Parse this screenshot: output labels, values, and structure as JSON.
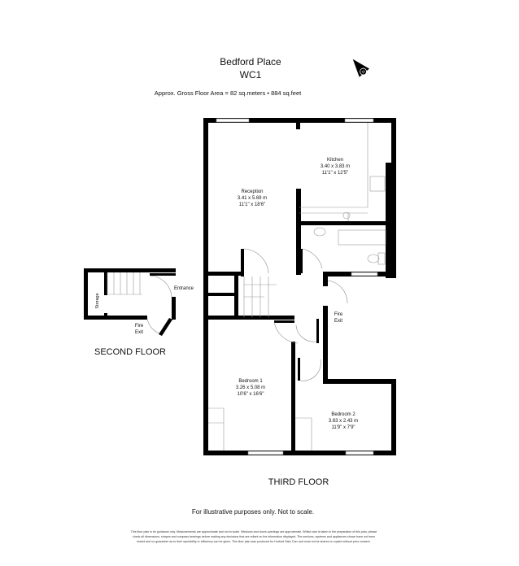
{
  "header": {
    "title": "Bedford Place",
    "postcode": "WC1",
    "area_text": "Approx. Gross  Floor Area  =  82  sq.meters  • 884  sq.feet",
    "compass_icon": "north-arrow",
    "compass_letter": "N"
  },
  "third_floor": {
    "label": "THIRD FLOOR",
    "rooms": [
      {
        "name": "Kitchen",
        "metric": "3.40 x 3.83 m",
        "imperial": "11'1\" x 12'5\""
      },
      {
        "name": "Reception",
        "metric": "3.41 x 5.69 m",
        "imperial": "11'1\" x 18'6\""
      },
      {
        "name": "Bedroom 1",
        "metric": "3.26 x 5.08 m",
        "imperial": "10'6\" x 16'6\""
      },
      {
        "name": "Bedroom 2",
        "metric": "3.63 x 2.43 m",
        "imperial": "11'9\" x 7'9\""
      }
    ],
    "fire_exit": [
      "Fire",
      "Exit"
    ]
  },
  "second_floor": {
    "label": "SECOND FLOOR",
    "entrance": "Entrance",
    "storage": "Storage",
    "fire_exit": [
      "Fire",
      "Exit"
    ]
  },
  "footer": {
    "note": "For illustrative purposes only. Not to scale.",
    "disclaimer": [
      "This floor plan is for guidance only. Measurements are approximate and not to scale. Windows and doors openings are approximate. Whilst care is taken in the preparation of this plan, please",
      "check all dimensions, shapes and compass bearings before making any decisions that are reliant on the information displayed.  The services, systems and appliances shown have not been",
      "tested and no guarantee as to their operability or efficiency can be given. This floor plan was produced for Hurford Salvi Carr and must not be shared or copied without prior consent."
    ]
  }
}
